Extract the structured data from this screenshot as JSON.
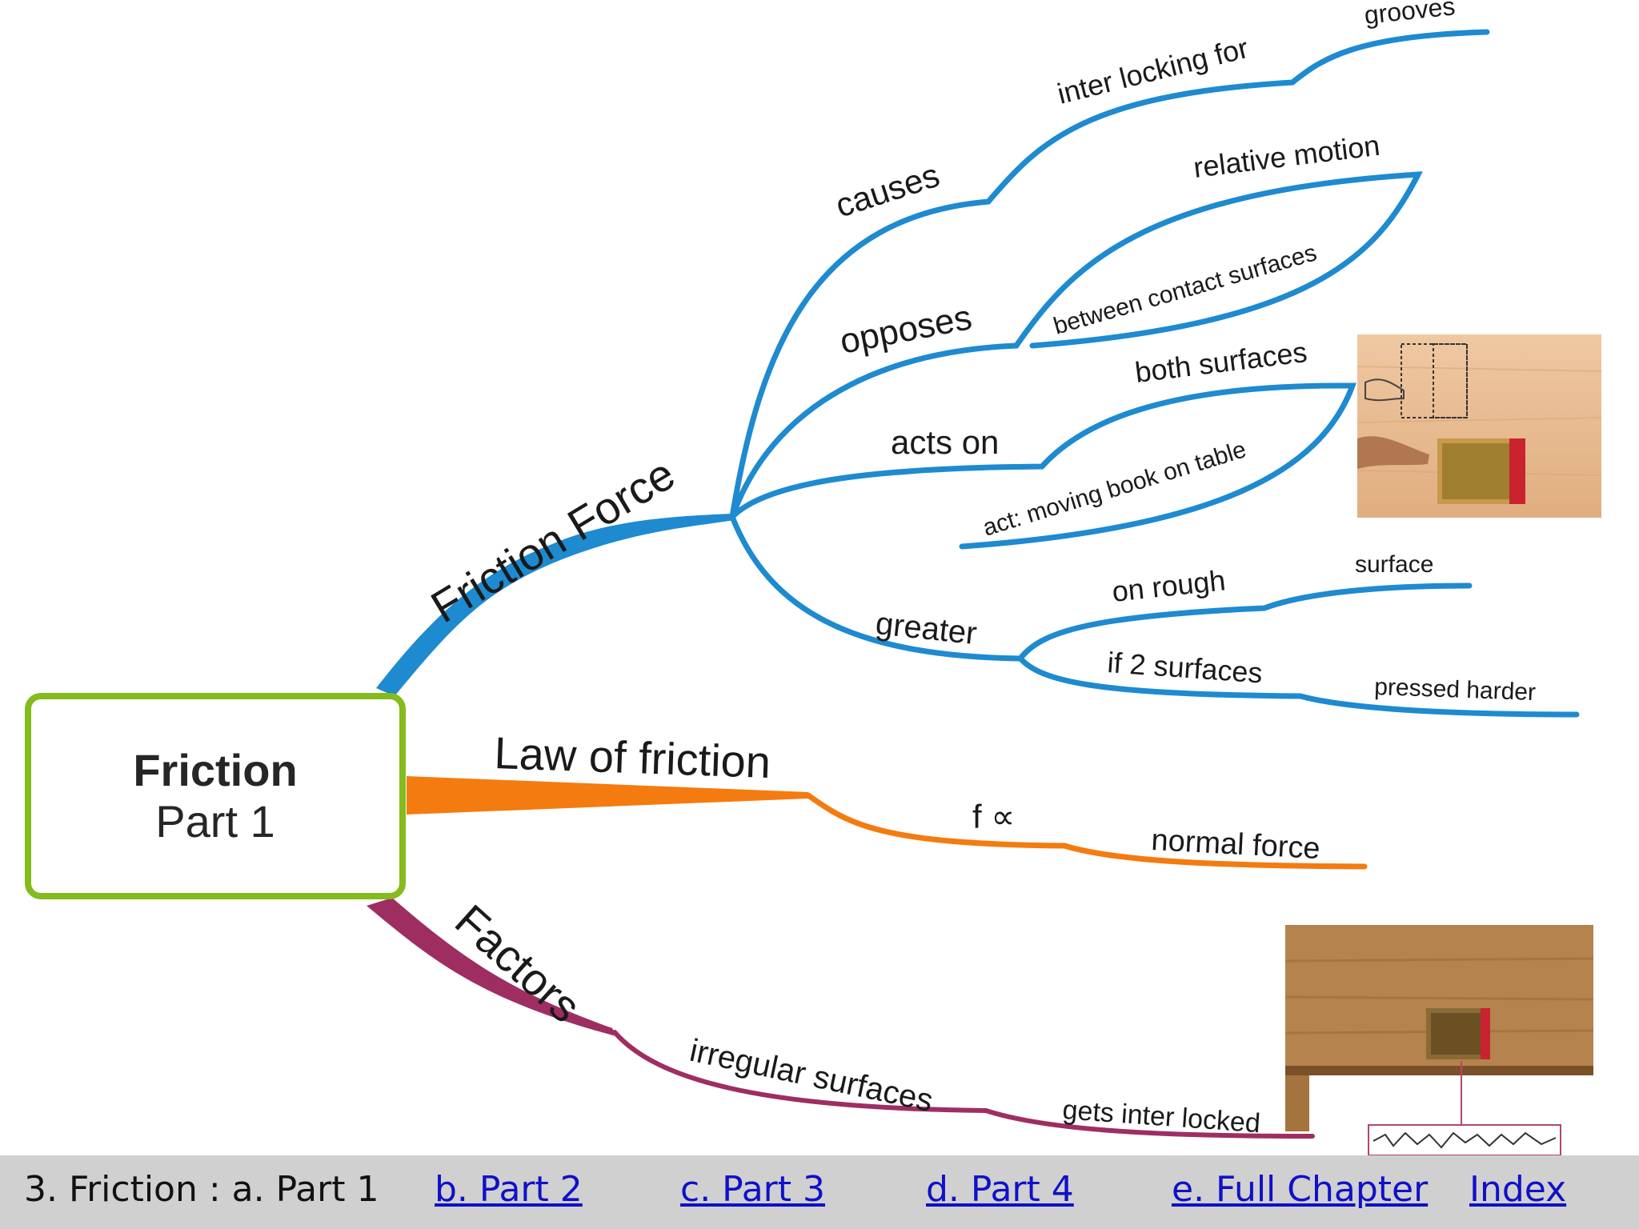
{
  "root": {
    "title": "Friction",
    "subtitle": "Part 1"
  },
  "colors": {
    "friction_force": "#1e8ad0",
    "law": "#f47b10",
    "factors": "#9e2e62",
    "root_border": "#84bb1d",
    "footer_bg": "#d0d0d0",
    "link": "#1010c8"
  },
  "branches": {
    "friction_force": {
      "label": "Friction Force",
      "causes": {
        "label": "causes",
        "next": "inter locking for",
        "leaf": "grooves"
      },
      "opposes": {
        "label": "opposes",
        "upper": "relative motion",
        "lower": "between contact surfaces"
      },
      "acts_on": {
        "label": "acts on",
        "upper": "both surfaces",
        "lower": "act: moving book on table"
      },
      "greater": {
        "label": "greater",
        "rough": "on rough",
        "rough_leaf": "surface",
        "if2": "if 2 surfaces",
        "if2_leaf": "pressed harder"
      }
    },
    "law": {
      "label": "Law of friction",
      "mid": "f ∝",
      "leaf": "normal force"
    },
    "factors": {
      "label": "Factors",
      "mid": "irregular surfaces",
      "leaf": "gets inter locked"
    }
  },
  "images": {
    "book_push": "book-push-illustration",
    "table_book": "book-on-table-illustration"
  },
  "footer": {
    "current": "3. Friction : a. Part 1",
    "links": [
      "b. Part 2",
      "c. Part 3",
      "d. Part 4",
      "e. Full Chapter",
      "Index"
    ]
  }
}
